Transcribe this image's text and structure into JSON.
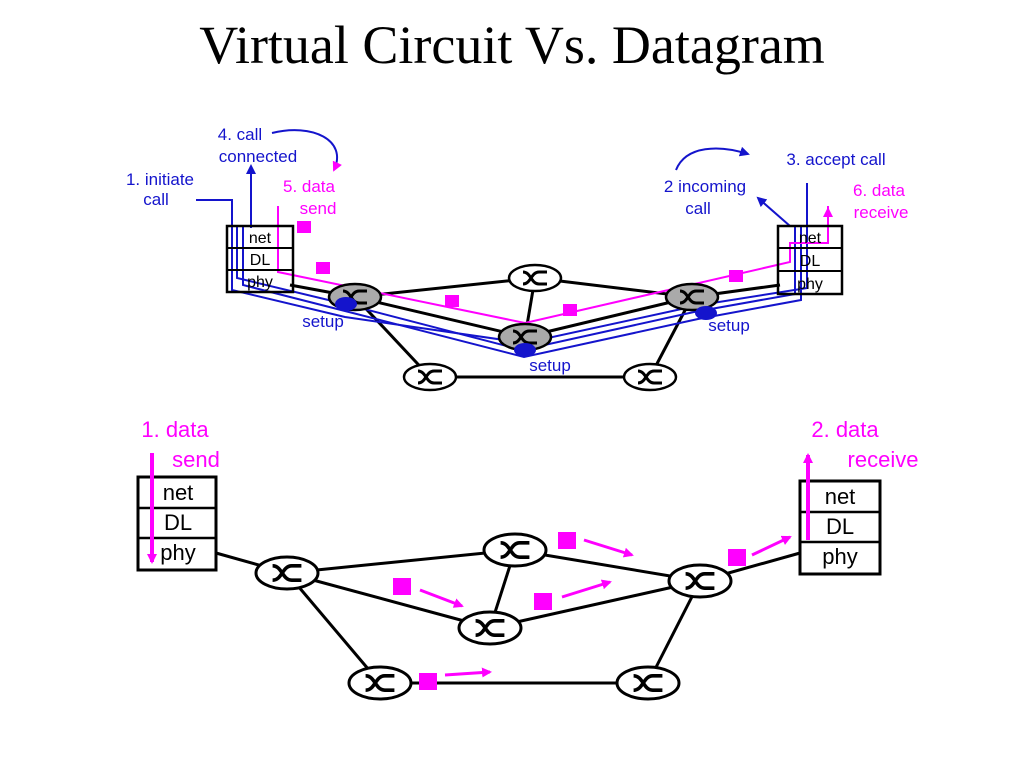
{
  "title": "Virtual Circuit Vs. Datagram",
  "colors": {
    "blue": "#1414cc",
    "magenta": "#ff00ff",
    "router_active": "#aaaaaa",
    "black": "#000000"
  },
  "vc": {
    "stack": [
      "net",
      "DL",
      "phy"
    ],
    "label_initiate_1": "1. initiate",
    "label_initiate_2": "call",
    "label_connected_1": "4. call",
    "label_connected_2": "connected",
    "label_data_send_1": "5. data",
    "label_data_send_2": "send",
    "label_incoming_1": "2 incoming",
    "label_incoming_2": "call",
    "label_accept": "3. accept call",
    "label_data_receive_1": "6. data",
    "label_data_receive_2": "receive",
    "setup_label": "setup"
  },
  "dg": {
    "stack": [
      "net",
      "DL",
      "phy"
    ],
    "label_send_1": "1. data",
    "label_send_2": "send",
    "label_receive_1": "2. data",
    "label_receive_2": "receive"
  },
  "icons": {
    "router": "router-icon",
    "packet": "packet-icon"
  }
}
